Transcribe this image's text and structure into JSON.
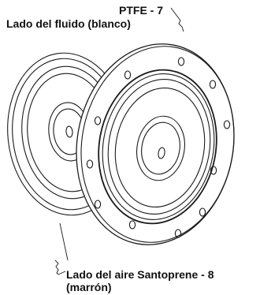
{
  "labels": {
    "ptfe": "PTFE - 7",
    "fluid_side": "Lado del fluido (blanco)",
    "air_side_line1": "Lado del aire Santoprene - 8",
    "air_side_line2": "(marrón)"
  },
  "colors": {
    "line": "#1a1a1a",
    "background": "#ffffff"
  }
}
